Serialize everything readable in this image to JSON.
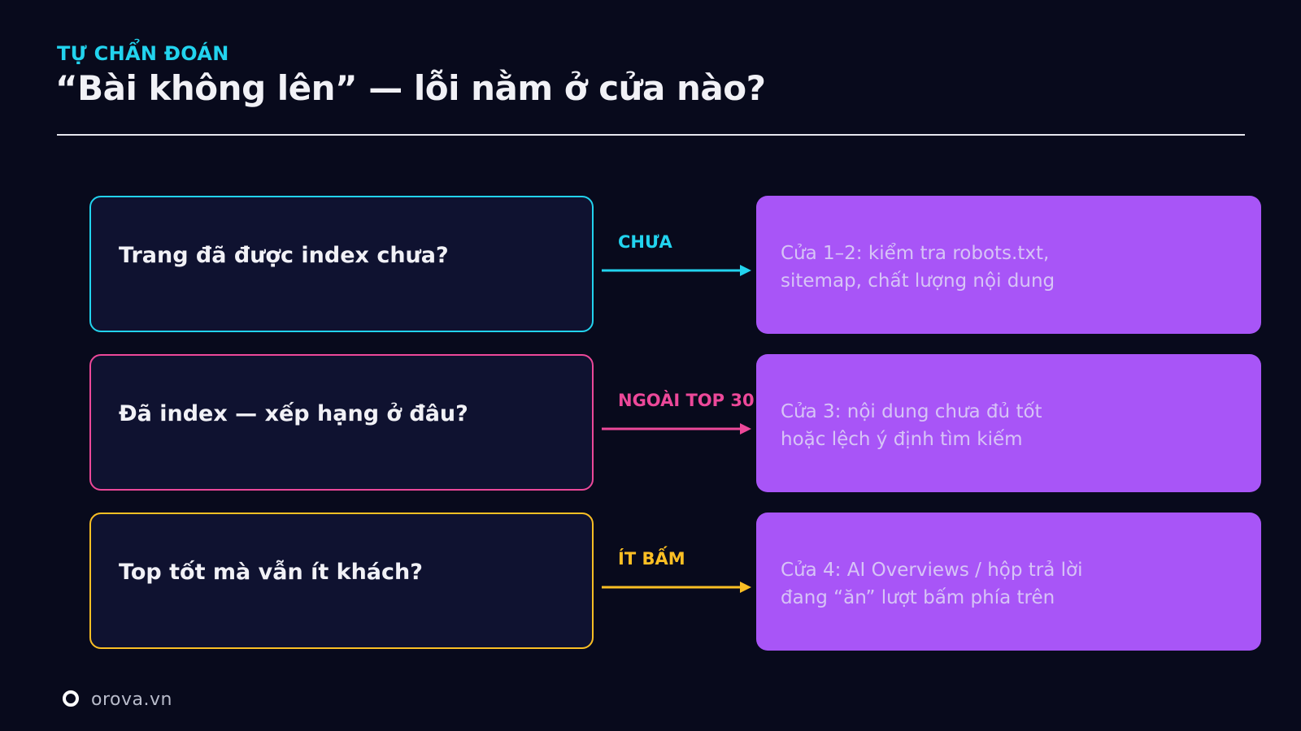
{
  "header": {
    "kicker": "TỰ CHẨN ĐOÁN",
    "title": "“Bài không lên” — lỗi nằm ở cửa nào?"
  },
  "rows": [
    {
      "question": "Trang đã được index chưa?",
      "connector": "CHƯA",
      "answer_lines": [
        "Cửa 1–2: kiểm tra robots.txt,",
        "sitemap, chất lượng nội dung"
      ],
      "color": "#22d3ee"
    },
    {
      "question": "Đã index — xếp hạng ở đâu?",
      "connector": "NGOÀI TOP 30",
      "answer_lines": [
        "Cửa 3: nội dung chưa đủ tốt",
        "hoặc lệch ý định tìm kiếm"
      ],
      "color": "#ec4899"
    },
    {
      "question": "Top tốt mà vẫn ít khách?",
      "connector": "ÍT BẤM",
      "answer_lines": [
        "Cửa 4: AI Overviews / hộp trả lời",
        "đang “ăn” lượt bấm phía trên"
      ],
      "color": "#fbbf24"
    }
  ],
  "answer_box_color": "#a855f7",
  "footer": {
    "brand": "orova.vn",
    "logo_icon": "ring-logo-icon"
  }
}
